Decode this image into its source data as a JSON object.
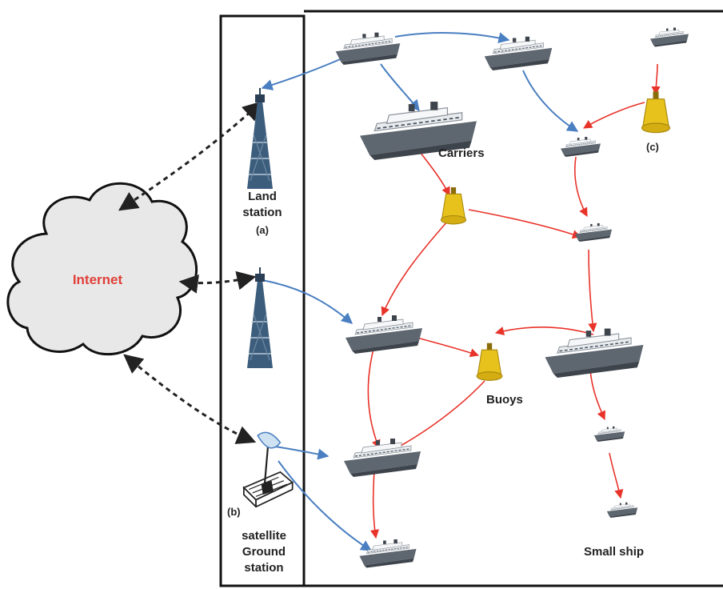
{
  "cloud": {
    "label": "Internet"
  },
  "land_station": {
    "line1": "Land",
    "line2": "station",
    "line3": "(a)"
  },
  "satellite_station": {
    "tag": "(b)",
    "line1": "satellite",
    "line2": "Ground",
    "line3": "station"
  },
  "labels": {
    "carriers": "Carriers",
    "buoy_tag": "(c)",
    "buoys": "Buoys",
    "small_ship": "Small ship"
  },
  "colors": {
    "cloud_fill": "#e8e8e8",
    "red_link": "#e8332a",
    "blue_link": "#4a7fc1",
    "dashed_link": "#222222",
    "buoy": "#e8c21c",
    "ship_hull": "#5e6670",
    "tower": "#3c5d7c"
  }
}
